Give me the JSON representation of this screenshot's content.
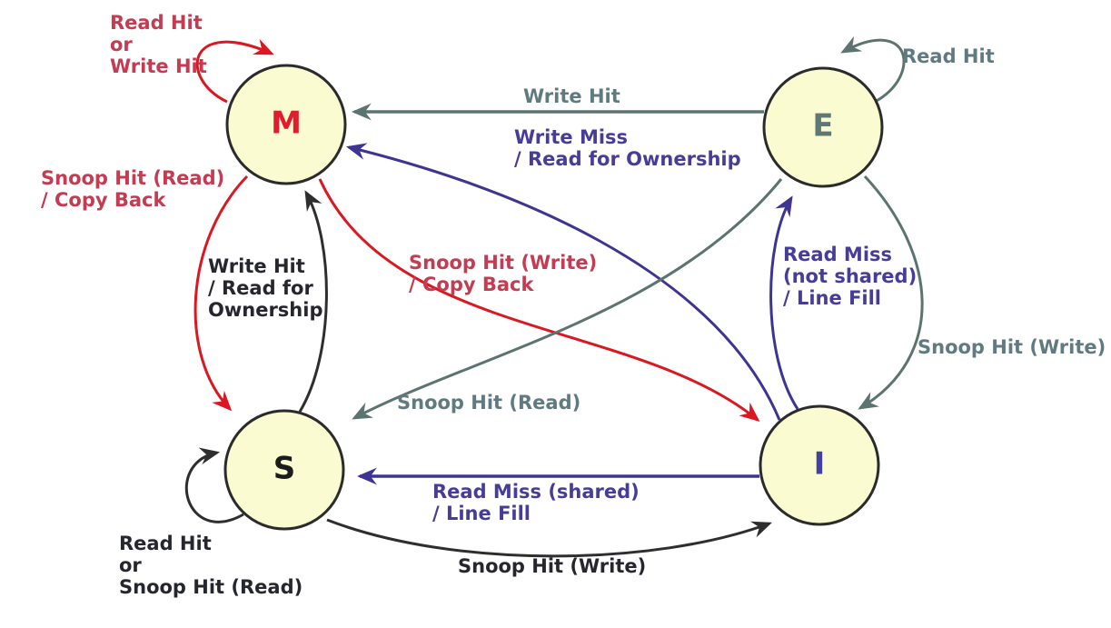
{
  "title": "MESI cache coherence protocol state diagram",
  "colors": {
    "background": "#FFFFFF",
    "state_fill": "#FBFBD2",
    "state_border": "#2B2B2B",
    "red_arrow": "#DB1721",
    "red_text": "#C43B52",
    "gray_arrow": "#5B7470",
    "gray_text": "#5F7B80",
    "purple_arrow": "#3E3492",
    "purple_text": "#473D99",
    "black_arrow": "#2E2E2E",
    "black_text": "#26262E",
    "letter_m": "#E21C2C",
    "letter_e": "#5E7874",
    "letter_s": "#1C1C1C",
    "letter_i": "#4440A2"
  },
  "states": {
    "m": {
      "label": "M"
    },
    "e": {
      "label": "E"
    },
    "s": {
      "label": "S"
    },
    "i": {
      "label": "I"
    }
  },
  "transitions": {
    "m_self": {
      "label": "Read Hit\nor\nWrite Hit"
    },
    "e_self": {
      "label": "Read Hit"
    },
    "e_to_m_write_hit": {
      "label": "Write Hit"
    },
    "i_to_m_write_miss": {
      "label": "Write Miss\n/ Read for Ownership"
    },
    "m_to_s_snoop_read": {
      "label": "Snoop Hit (Read)\n/ Copy Back"
    },
    "s_to_m_write_hit": {
      "label": "Write Hit\n/ Read for\nOwnership"
    },
    "m_to_i_snoop_write": {
      "label": "Snoop Hit (Write)\n/ Copy Back"
    },
    "i_to_e_read_miss": {
      "label": "Read Miss\n(not shared)\n/ Line Fill"
    },
    "e_to_i_snoop_write": {
      "label": "Snoop Hit (Write)"
    },
    "e_to_s_snoop_read": {
      "label": "Snoop Hit (Read)"
    },
    "i_to_s_read_miss": {
      "label": "Read Miss (shared)\n/ Line Fill"
    },
    "s_to_i_snoop_write": {
      "label": "Snoop Hit (Write)"
    },
    "s_self": {
      "label": "Read Hit\nor\nSnoop Hit (Read)"
    }
  }
}
